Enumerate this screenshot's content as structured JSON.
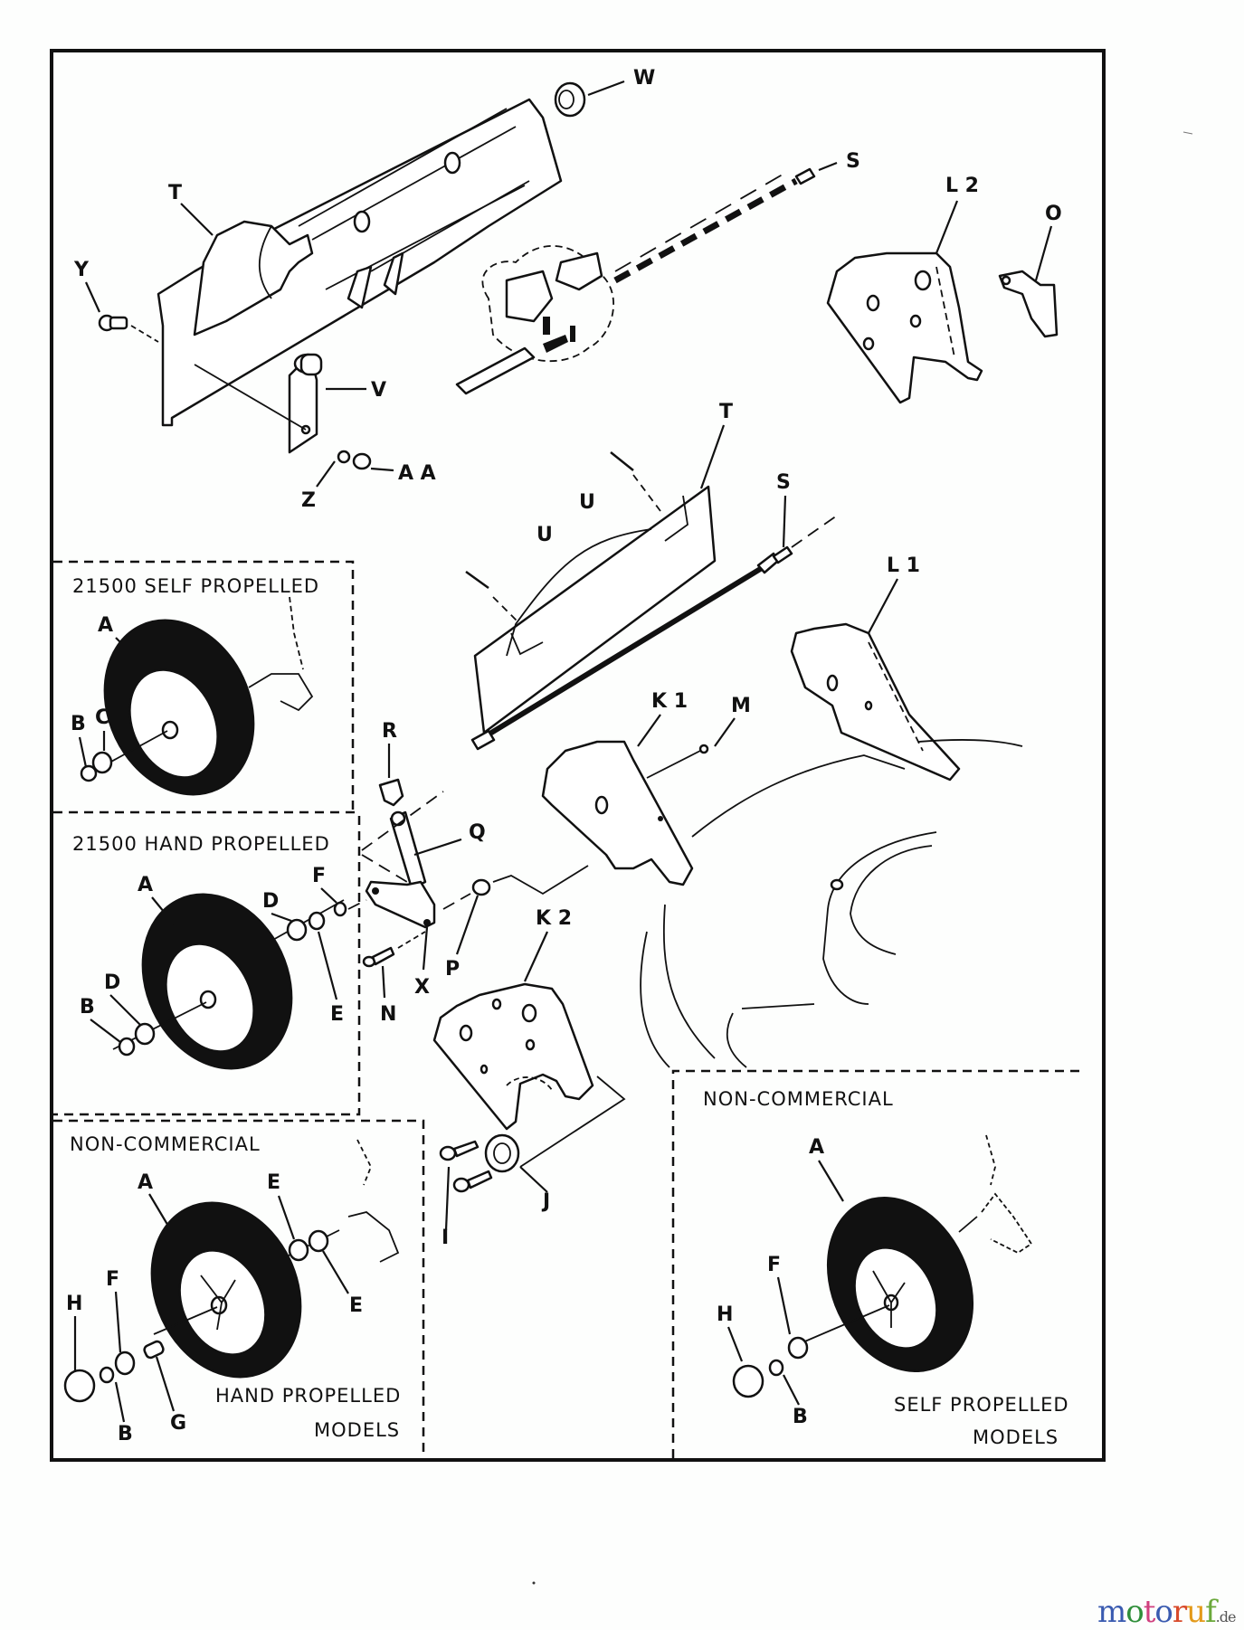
{
  "diagram": {
    "title": "Mower wheel / height-adjuster exploded parts view",
    "part_labels": {
      "W": "W",
      "S_top": "S",
      "T_top": "T",
      "L2": "L 2",
      "O": "O",
      "Y": "Y",
      "V": "V",
      "Z": "Z",
      "AA": "A A",
      "T_mid": "T",
      "U1": "U",
      "U2": "U",
      "S_mid": "S",
      "L1": "L 1",
      "K1": "K 1",
      "M": "M",
      "R": "R",
      "Q": "Q",
      "P": "P",
      "X": "X",
      "N": "N",
      "K2": "K 2",
      "J": "J",
      "I": "I"
    },
    "insets": [
      {
        "id": "sp21500",
        "caption": [
          "21500 SELF PROPELLED"
        ],
        "labels": {
          "A": "A",
          "B": "B",
          "C": "C"
        }
      },
      {
        "id": "hp21500",
        "caption": [
          "21500 HAND PROPELLED"
        ],
        "labels": {
          "A": "A",
          "D1": "D",
          "D2": "D",
          "F": "F",
          "B": "B",
          "E": "E"
        }
      },
      {
        "id": "nc_hand",
        "caption": [
          "NON-COMMERCIAL"
        ],
        "footer": [
          "HAND PROPELLED",
          "MODELS"
        ],
        "labels": {
          "A": "A",
          "E1": "E",
          "E2": "E",
          "F": "F",
          "H": "H",
          "B": "B",
          "G": "G"
        }
      },
      {
        "id": "nc_self",
        "caption": [
          "NON-COMMERCIAL"
        ],
        "footer": [
          "SELF PROPELLED",
          "MODELS"
        ],
        "labels": {
          "A": "A",
          "F": "F",
          "H": "H",
          "B": "B"
        }
      }
    ]
  },
  "watermark": {
    "letters": [
      "m",
      "o",
      "t",
      "o",
      "r",
      "u",
      "f"
    ],
    "colors": [
      "#3a5bb0",
      "#2f8f3a",
      "#d0407e",
      "#3a5bb0",
      "#d84a2a",
      "#e39a1a",
      "#6aa83a"
    ],
    "suffix": ".de"
  }
}
